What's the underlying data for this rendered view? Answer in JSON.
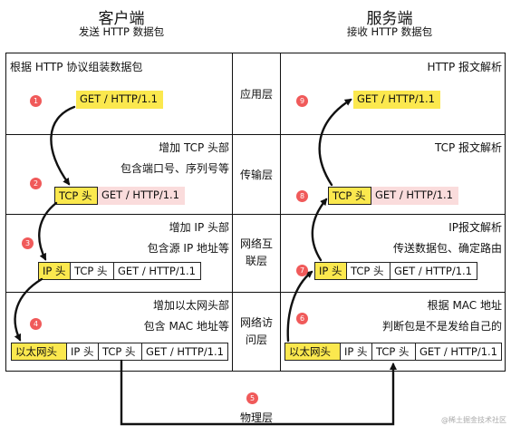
{
  "client": {
    "title": "客户端",
    "subtitle": "发送 HTTP 数据包"
  },
  "server": {
    "title": "服务端",
    "subtitle": "接收 HTTP 数据包"
  },
  "layers": {
    "application": "应用层",
    "transport": "传输层",
    "network": [
      "网络互",
      "联层"
    ],
    "link": [
      "网络访",
      "问层"
    ],
    "physical": "物理层"
  },
  "client_desc": {
    "application": "根据 HTTP 协议组装数据包",
    "transport": [
      "增加 TCP 头部",
      "包含端口号、序列号等"
    ],
    "network": [
      "增加 IP 头部",
      "包含源 IP 地址等"
    ],
    "link": [
      "增加以太网头部",
      "包含 MAC 地址等"
    ]
  },
  "server_desc": {
    "application": "HTTP 报文解析",
    "transport": "TCP 报文解析",
    "network": [
      "IP报文解析",
      "传送数据包、确定路由"
    ],
    "link": [
      "根据 MAC 地址",
      "判断包是不是发给自己的"
    ]
  },
  "packet": {
    "get": "GET / HTTP/1.1",
    "tcp": "TCP 头",
    "ip": "IP 头",
    "eth": "以太网头"
  },
  "steps": [
    "1",
    "2",
    "3",
    "4",
    "5",
    "6",
    "7",
    "8",
    "9"
  ],
  "watermark": "@稀土掘金技术社区",
  "colors": {
    "highlight": "#fbe84e",
    "payload_pink": "#fadcdc",
    "badge": "#f05a5a"
  }
}
